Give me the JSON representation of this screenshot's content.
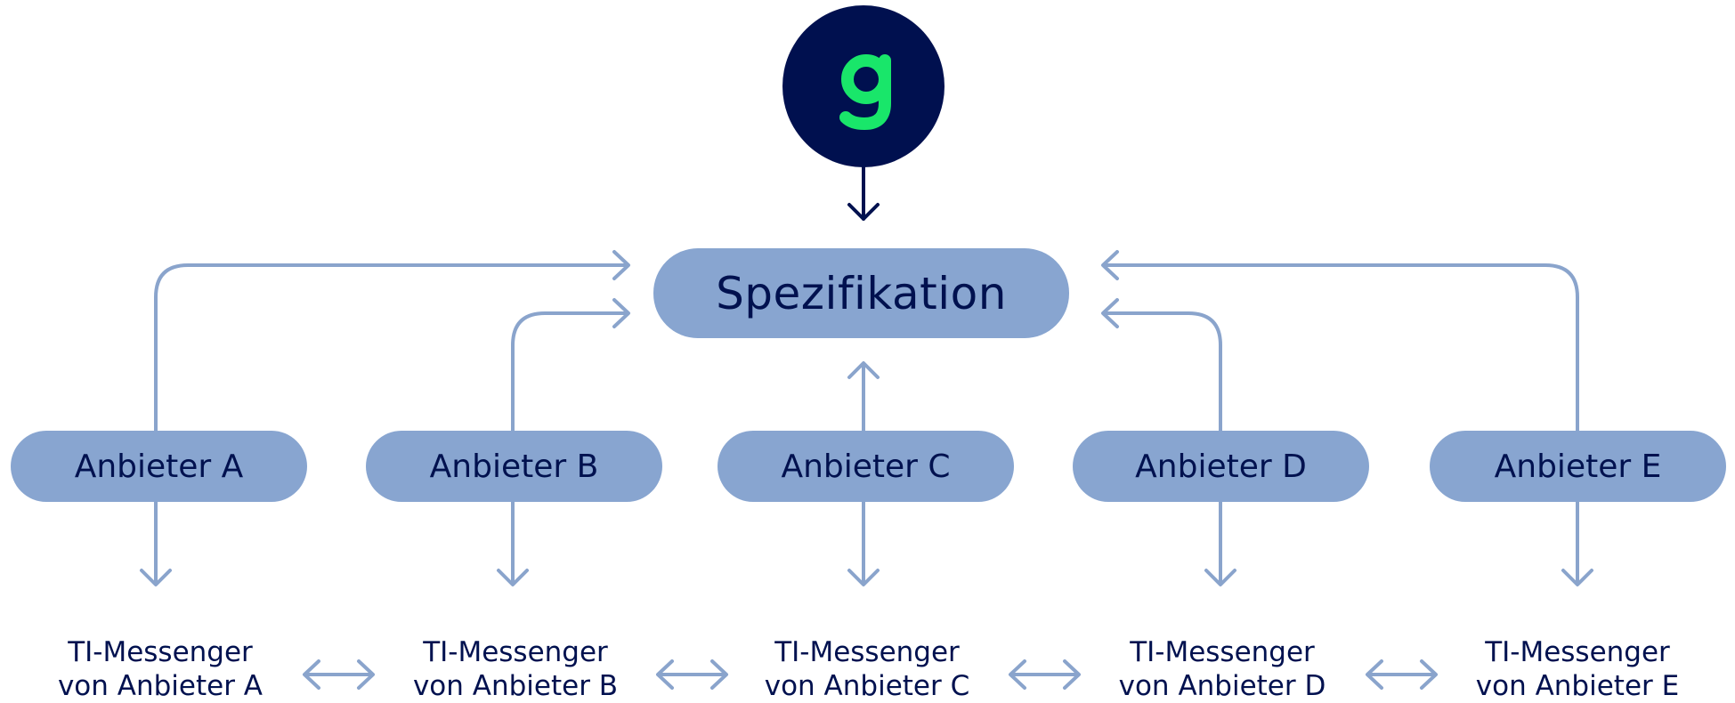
{
  "logo": {
    "icon": "g-logo-icon",
    "background_color": "#00104f",
    "glyph_color": "#19e66a"
  },
  "specification": {
    "label": "Spezifikation"
  },
  "providers": [
    {
      "label": "Anbieter A"
    },
    {
      "label": "Anbieter B"
    },
    {
      "label": "Anbieter C"
    },
    {
      "label": "Anbieter D"
    },
    {
      "label": "Anbieter E"
    }
  ],
  "messengers": [
    {
      "line1": "TI-Messenger",
      "line2": "von Anbieter A"
    },
    {
      "line1": "TI-Messenger",
      "line2": "von Anbieter B"
    },
    {
      "line1": "TI-Messenger",
      "line2": "von Anbieter C"
    },
    {
      "line1": "TI-Messenger",
      "line2": "von Anbieter D"
    },
    {
      "line1": "TI-Messenger",
      "line2": "von Anbieter E"
    }
  ],
  "colors": {
    "dark_navy": "#00114f",
    "pill_fill": "#88a5d0",
    "connector": "#8aa4cc"
  }
}
